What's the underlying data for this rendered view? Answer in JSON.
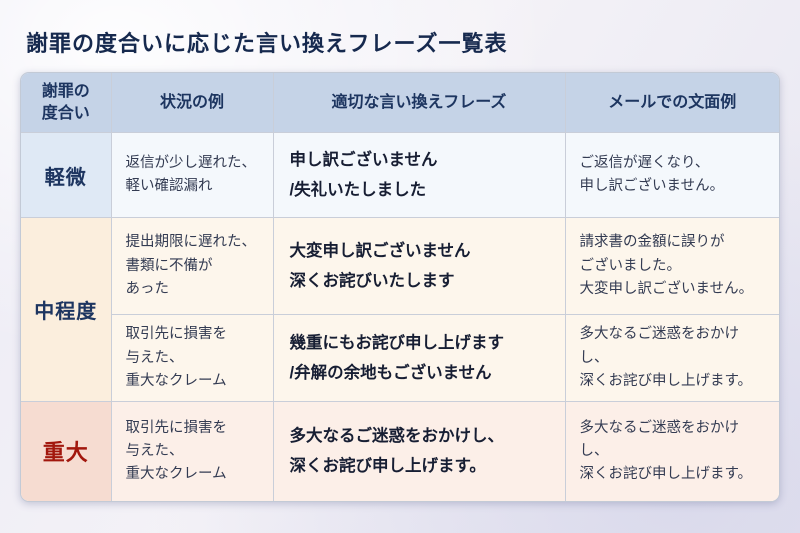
{
  "title": "謝罪の度合いに応じた言い換えフレーズ一覧表",
  "table": {
    "headers": {
      "level": "謝罪の\n度合い",
      "situation": "状況の例",
      "phrase": "適切な言い換えフレーズ",
      "email": "メールでの文面例"
    },
    "rows": {
      "minor": {
        "level": "軽微",
        "situation": "返信が少し遅れた、\n軽い確認漏れ",
        "phrase": "申し訳ございません\n/失礼いたしました",
        "email": "ご返信が遅くなり、\n申し訳ございません。"
      },
      "moderate": {
        "level": "中程度",
        "sub1": {
          "situation": "提出期限に遅れた、\n書類に不備が\nあった",
          "phrase": "大変申し訳ございません\n深くお詫びいたします",
          "email": "請求書の金額に誤りが\nございました。\n大変申し訳ございません。"
        },
        "sub2": {
          "situation": "取引先に損害を\n与えた、\n重大なクレーム",
          "phrase": "幾重にもお詫び申し上げます\n/弁解の余地もございません",
          "email": "多大なるご迷惑をおかけし、\n深くお詫び申し上げます。"
        }
      },
      "severe": {
        "level": "重大",
        "situation": "取引先に損害を\n与えた、\n重大なクレーム",
        "phrase": "多大なるご迷惑をおかけし、\n深くお詫び申し上げます。",
        "email": "多大なるご迷惑をおかけし、\n深くお詫び申し上げます。"
      }
    }
  },
  "colors": {
    "header_bg": "#c5d3e7",
    "minor_label_bg": "#dfe9f5",
    "minor_row_bg": "#f4f8fc",
    "moderate_label_bg": "#fbeedd",
    "moderate_row_bg": "#fdf6ec",
    "severe_label_bg": "#f6dcd1",
    "severe_row_bg": "#fcefe8",
    "navy_text": "#1d3560",
    "severe_red": "#a2170d"
  }
}
